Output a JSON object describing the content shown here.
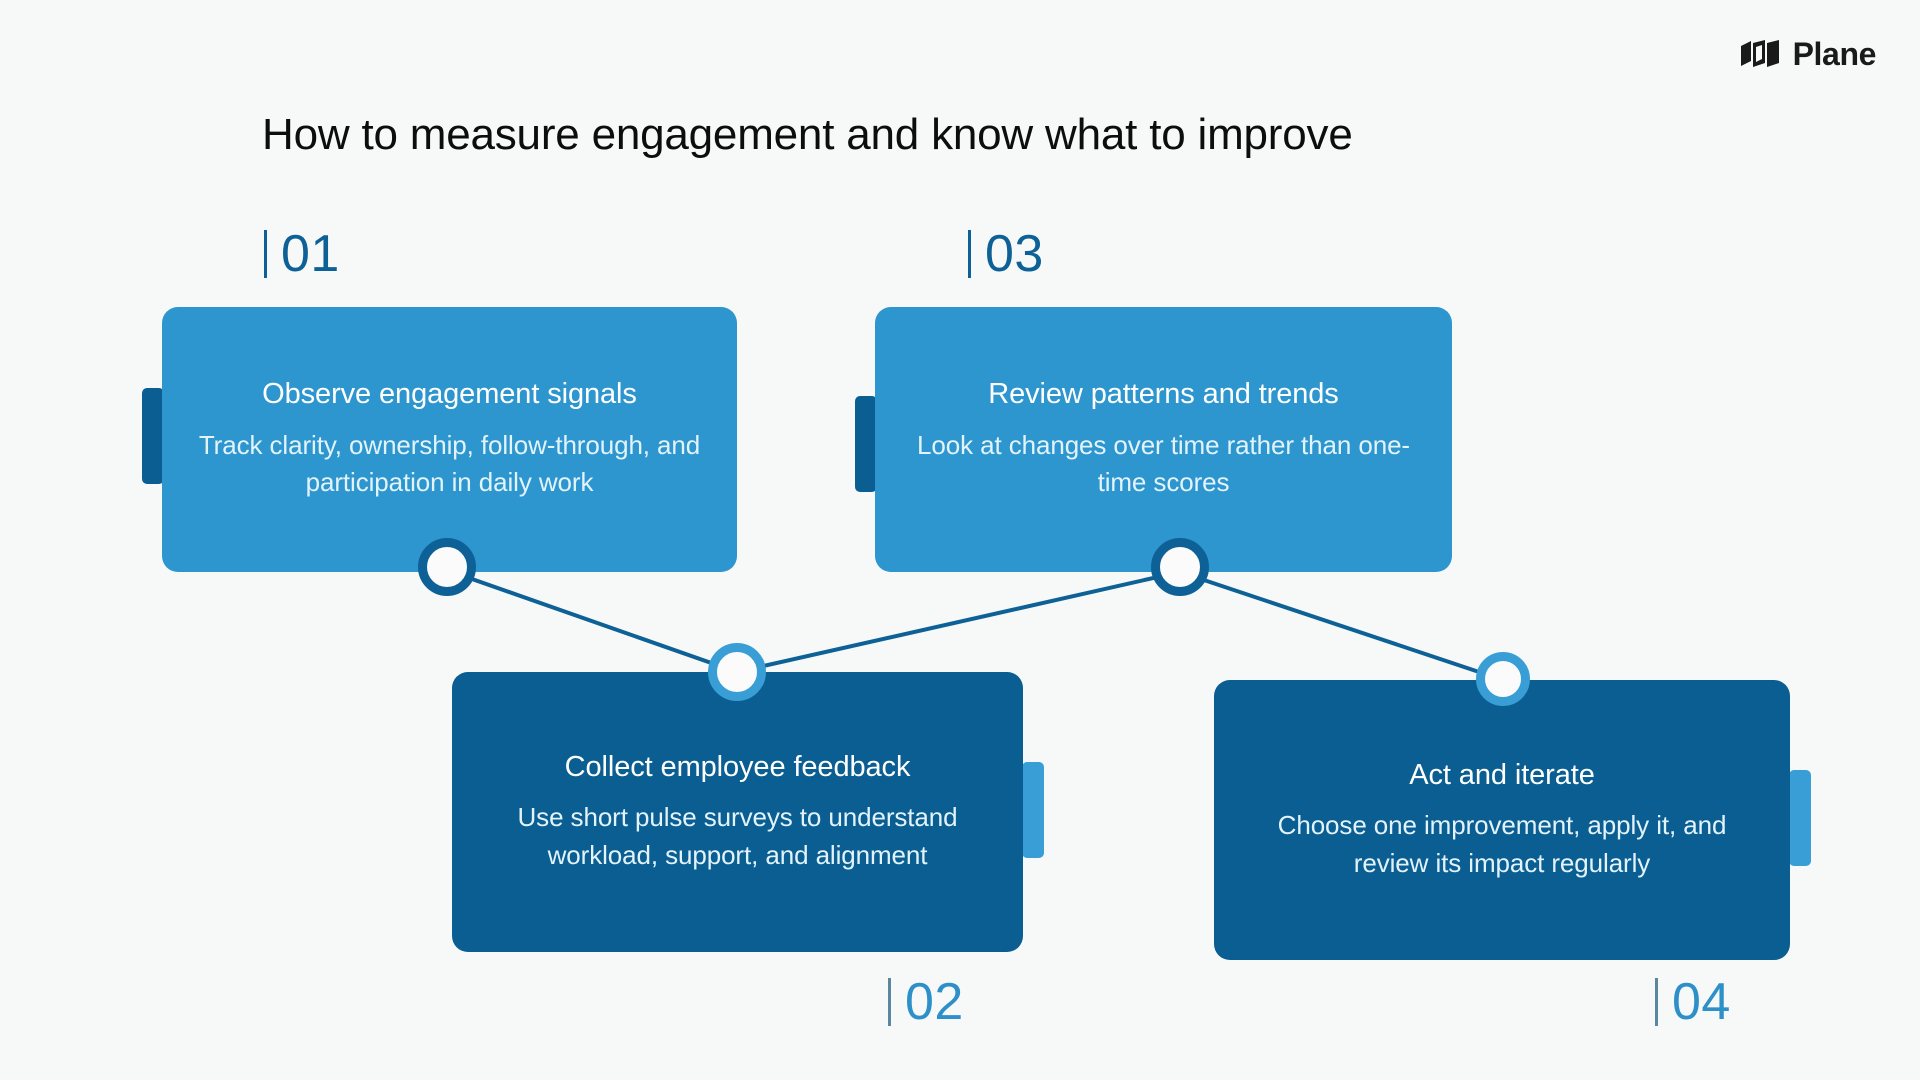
{
  "brand": {
    "name": "Plane",
    "logo_icon": "plane-logo-icon",
    "logo_color": "#1a1a1a"
  },
  "title": "How to measure engagement and know what to improve",
  "theme": {
    "background": "#f7f8f8",
    "light_card": "#2e96ce",
    "dark_card": "#0a5e92",
    "number_dark": "#0e6196",
    "number_light": "#2e90c8",
    "connector_line": "#0e6196",
    "node_fill": "#fbfbfb"
  },
  "chart_data": {
    "type": "diagram",
    "title": "How to measure engagement and know what to improve",
    "layout": "zigzag-4-step-process",
    "steps": [
      {
        "number": "01",
        "title": "Observe engagement signals",
        "body": "Track clarity, ownership, follow-through, and participation in daily work",
        "style": "light",
        "number_position": "above-left",
        "tab_side": "left"
      },
      {
        "number": "02",
        "title": "Collect employee feedback",
        "body": "Use short pulse surveys to understand workload, support, and alignment",
        "style": "dark",
        "number_position": "below-left",
        "tab_side": "right"
      },
      {
        "number": "03",
        "title": "Review patterns and trends",
        "body": "Look at changes over time rather than one-time scores",
        "style": "light",
        "number_position": "above-left",
        "tab_side": "left"
      },
      {
        "number": "04",
        "title": "Act and iterate",
        "body": "Choose one improvement, apply it, and review its impact regularly",
        "style": "dark",
        "number_position": "below-right",
        "tab_side": "right"
      }
    ],
    "connections": [
      {
        "from": "01",
        "to": "02"
      },
      {
        "from": "02",
        "to": "03"
      },
      {
        "from": "03",
        "to": "04"
      }
    ]
  }
}
